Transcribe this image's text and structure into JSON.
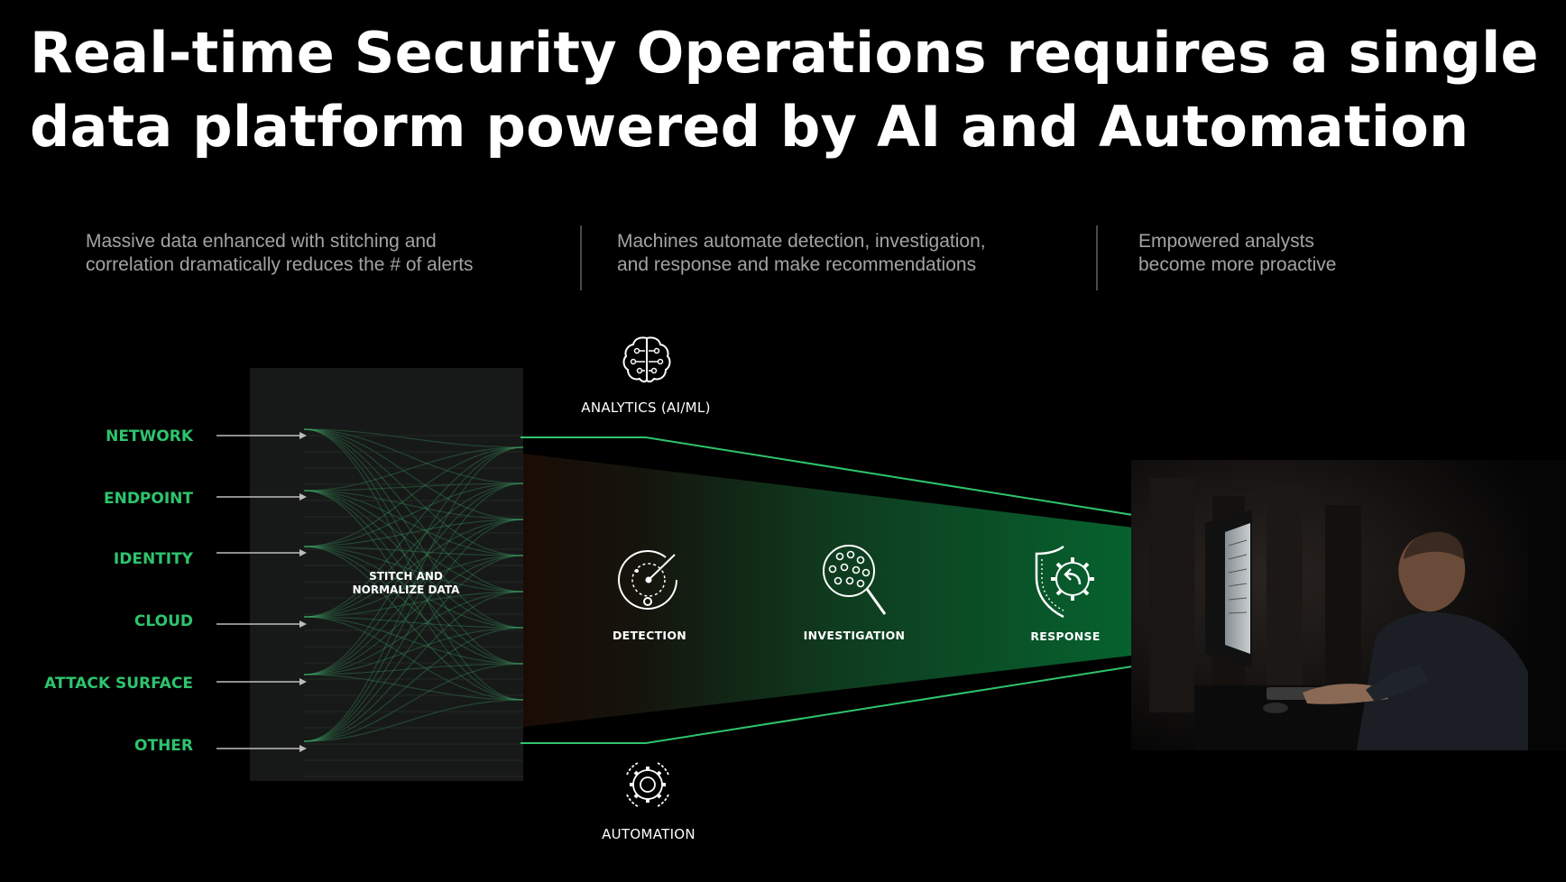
{
  "title": {
    "line1": "Real-time Security Operations requires a single",
    "line2": "data platform powered by AI and Automation"
  },
  "captions": [
    {
      "line1": "Massive data enhanced with stitching and",
      "line2": "correlation dramatically reduces the # of alerts"
    },
    {
      "line1": "Machines automate detection, investigation,",
      "line2": "and response and make recommendations"
    },
    {
      "line1": "Empowered analysts",
      "line2": "become more proactive"
    }
  ],
  "sources": [
    "NETWORK",
    "ENDPOINT",
    "IDENTITY",
    "CLOUD",
    "ATTACK SURFACE",
    "OTHER"
  ],
  "stitch": {
    "line1": "STITCH AND",
    "line2": "NORMALIZE DATA"
  },
  "analytics": {
    "label": "ANALYTICS (AI/ML)",
    "icon": "brain-icon"
  },
  "automation": {
    "label": "AUTOMATION",
    "icon": "gear-icon"
  },
  "stages": [
    {
      "label": "DETECTION",
      "icon": "radar-icon"
    },
    {
      "label": "INVESTIGATION",
      "icon": "magnifier-icon"
    },
    {
      "label": "RESPONSE",
      "icon": "shield-icon"
    }
  ],
  "colors": {
    "accent": "#2ec46d",
    "funnel_end": "#046b32",
    "background": "#000000"
  }
}
